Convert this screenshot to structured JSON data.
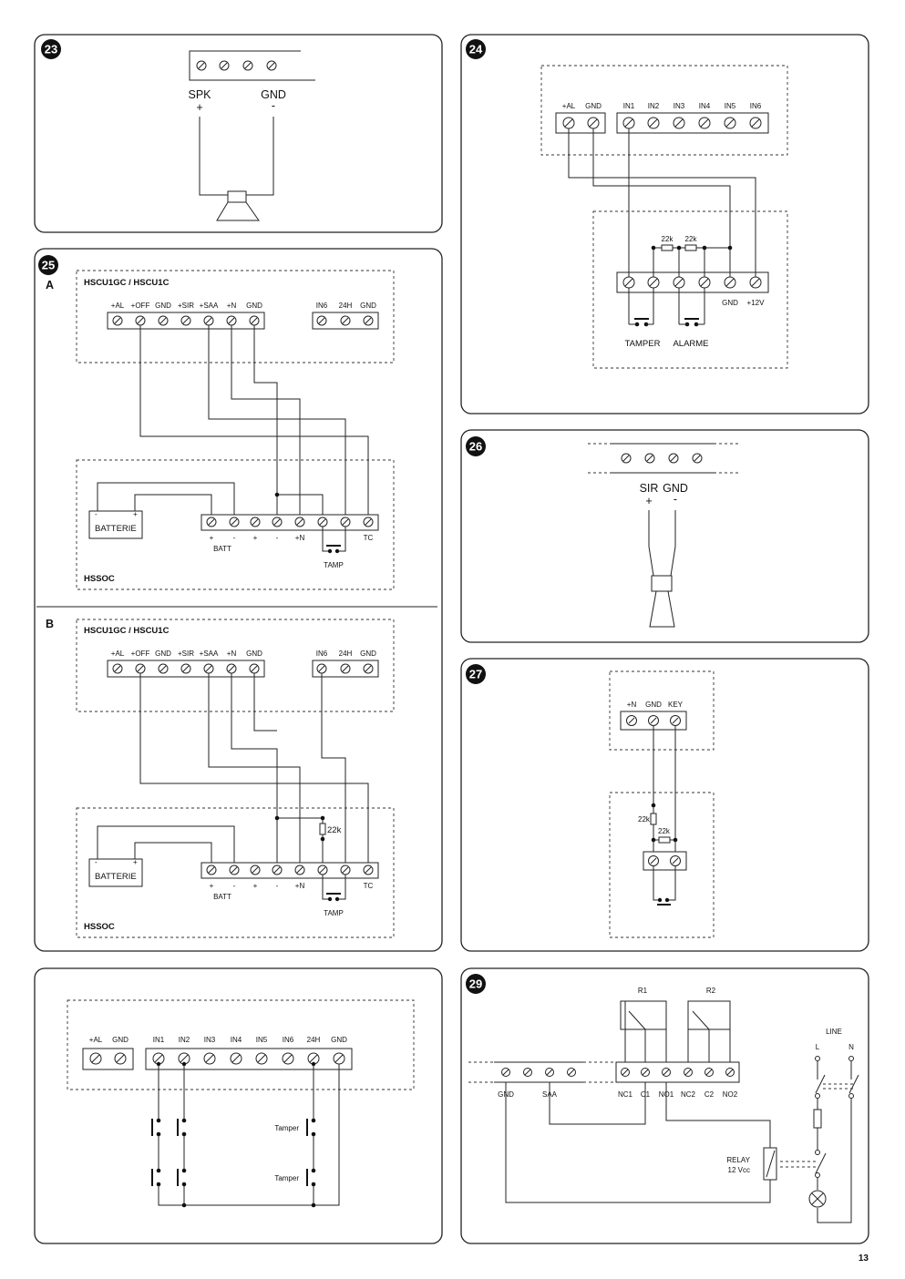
{
  "page_number": "13",
  "colors": {
    "ink": "#111111",
    "background": "#ffffff"
  },
  "fig23": {
    "number": "23",
    "spk": "SPK",
    "gnd": "GND",
    "plus": "+",
    "minus": "-"
  },
  "fig24": {
    "number": "24",
    "left_terminals": [
      "+AL",
      "GND"
    ],
    "right_terminals": [
      "IN1",
      "IN2",
      "IN3",
      "IN4",
      "IN5",
      "IN6"
    ],
    "resistor_1": "22k",
    "resistor_2": "22k",
    "bottom_gnd": "GND",
    "bottom_12v": "+12V",
    "tamper": "TAMPER",
    "alarme": "ALARME"
  },
  "fig25": {
    "number": "25",
    "section_a": "A",
    "section_b": "B",
    "panel_title": "HSCU1GC / HSCU1C",
    "main_terminals": [
      "+AL",
      "+OFF",
      "GND",
      "+SIR",
      "+SAA",
      "+N",
      "GND"
    ],
    "aux_terminals": [
      "IN6",
      "24H",
      "GND"
    ],
    "batterie": "BATTERIE",
    "battery_minus": "-",
    "battery_plus": "+",
    "hssoc_terms": [
      "+",
      "-",
      "+",
      "-",
      "+N",
      "TC"
    ],
    "batt": "BATT",
    "tamp": "TAMP",
    "device": "HSSOC",
    "resistor": "22k"
  },
  "fig26": {
    "number": "26",
    "sir": "SIR",
    "gnd": "GND",
    "plus": "+",
    "minus": "-"
  },
  "fig27": {
    "number": "27",
    "terminals": [
      "+N",
      "GND",
      "KEY"
    ],
    "resistor_1": "22k",
    "resistor_2": "22k"
  },
  "fig28": {
    "left_terminals": [
      "+AL",
      "GND"
    ],
    "right_terminals": [
      "IN1",
      "IN2",
      "IN3",
      "IN4",
      "IN5",
      "IN6",
      "24H",
      "GND"
    ],
    "tamper_1": "Tamper",
    "tamper_2": "Tamper"
  },
  "fig29": {
    "number": "29",
    "r1": "R1",
    "r2": "R2",
    "line": "LINE",
    "l": "L",
    "n": "N",
    "gnd": "GND",
    "saa": "SAA",
    "relay_terms": [
      "NC1",
      "C1",
      "NO1",
      "NC2",
      "C2",
      "NO2"
    ],
    "relay": "RELAY",
    "relay_voltage": "12 Vcc"
  }
}
